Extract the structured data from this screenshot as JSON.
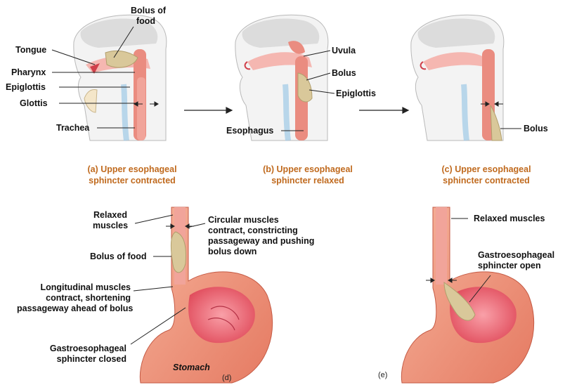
{
  "captions": {
    "a": [
      "(a) Upper esophageal",
      "sphincter contracted"
    ],
    "b": [
      "(b) Upper esophageal",
      "sphincter relaxed"
    ],
    "c": [
      "(c) Upper esophageal",
      "sphincter contracted"
    ]
  },
  "panel_a": {
    "bolus_of_food": [
      "Bolus of",
      "food"
    ],
    "tongue": "Tongue",
    "pharynx": "Pharynx",
    "epiglottis": "Epiglottis",
    "glottis": "Glottis",
    "trachea": "Trachea"
  },
  "panel_b": {
    "uvula": "Uvula",
    "bolus": "Bolus",
    "epiglottis": "Epiglottis",
    "esophagus": "Esophagus"
  },
  "panel_c": {
    "bolus": "Bolus"
  },
  "panel_d": {
    "relaxed_muscles": [
      "Relaxed",
      "muscles"
    ],
    "circular_muscles": [
      "Circular muscles",
      "contract, constricting",
      "passageway and pushing",
      "bolus down"
    ],
    "bolus_of_food": "Bolus of food",
    "longitudinal_muscles": [
      "Longitudinal muscles",
      "contract, shortening",
      "passageway ahead of bolus"
    ],
    "gastro_closed": [
      "Gastroesophageal",
      "sphincter closed"
    ],
    "stomach": "Stomach",
    "letter": "(d)"
  },
  "panel_e": {
    "relaxed_muscles": "Relaxed muscles",
    "gastro_open": [
      "Gastroesophageal",
      "sphincter open"
    ],
    "letter": "(e)"
  },
  "colors": {
    "caption": "#c06a1e",
    "muscle": "#e9857a",
    "bolus": "#d9c89a",
    "skull": "#e6e6e6",
    "stomach_inner": "#f06e7a"
  }
}
